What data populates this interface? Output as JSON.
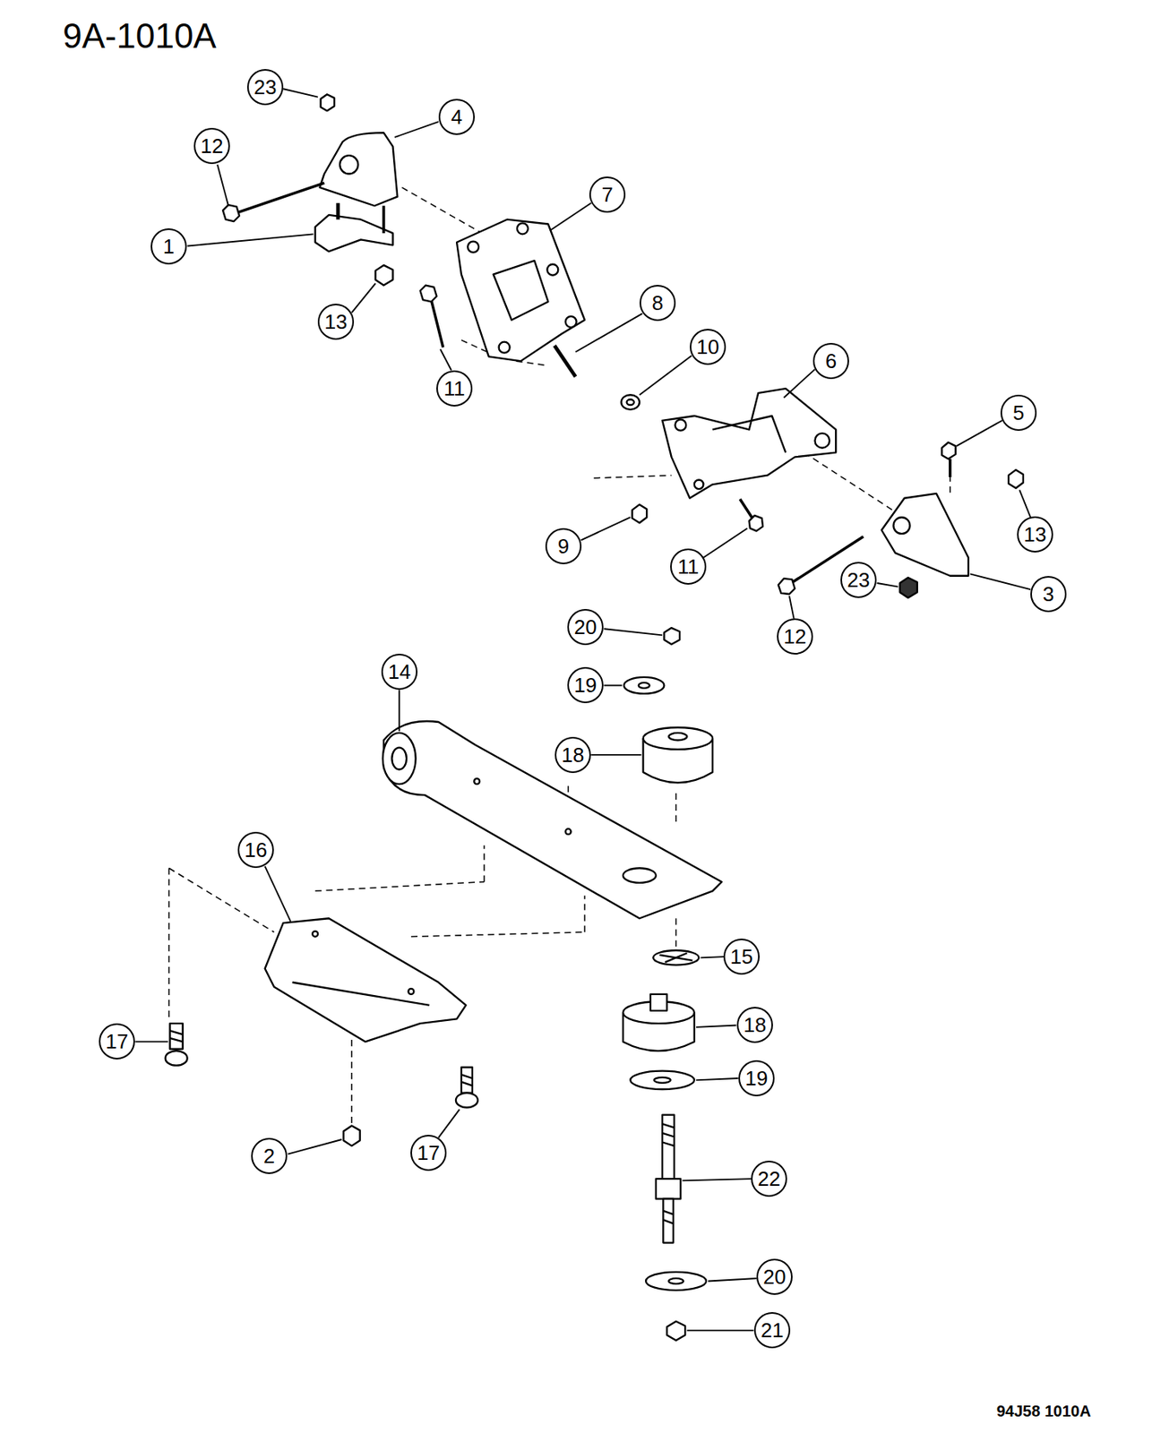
{
  "diagram": {
    "title": "9A-1010A",
    "caption": "94J58 1010A",
    "nodes": [
      {
        "text": [
          "23"
        ]
      },
      {
        "text": [
          "4"
        ]
      },
      {
        "text": [
          "12"
        ]
      },
      {
        "text": [
          "7"
        ]
      },
      {
        "text": [
          "1"
        ]
      },
      {
        "text": [
          "8"
        ]
      },
      {
        "text": [
          "13"
        ]
      },
      {
        "text": [
          "10"
        ]
      },
      {
        "text": [
          "6"
        ]
      },
      {
        "text": [
          "11"
        ]
      },
      {
        "text": [
          "5"
        ]
      },
      {
        "text": [
          "13"
        ]
      },
      {
        "text": [
          "9"
        ]
      },
      {
        "text": [
          "11"
        ]
      },
      {
        "text": [
          "23"
        ]
      },
      {
        "text": [
          "3"
        ]
      },
      {
        "text": [
          "20"
        ]
      },
      {
        "text": [
          "12"
        ]
      },
      {
        "text": [
          "14"
        ]
      },
      {
        "text": [
          "19"
        ]
      },
      {
        "text": [
          "18"
        ]
      },
      {
        "text": [
          "16"
        ]
      },
      {
        "text": [
          "15"
        ]
      },
      {
        "text": [
          "18"
        ]
      },
      {
        "text": [
          "17"
        ]
      },
      {
        "text": [
          "19"
        ]
      },
      {
        "text": [
          "17"
        ]
      },
      {
        "text": [
          "2"
        ]
      },
      {
        "text": [
          "22"
        ]
      },
      {
        "text": [
          "20"
        ]
      },
      {
        "text": [
          "21"
        ]
      }
    ]
  }
}
